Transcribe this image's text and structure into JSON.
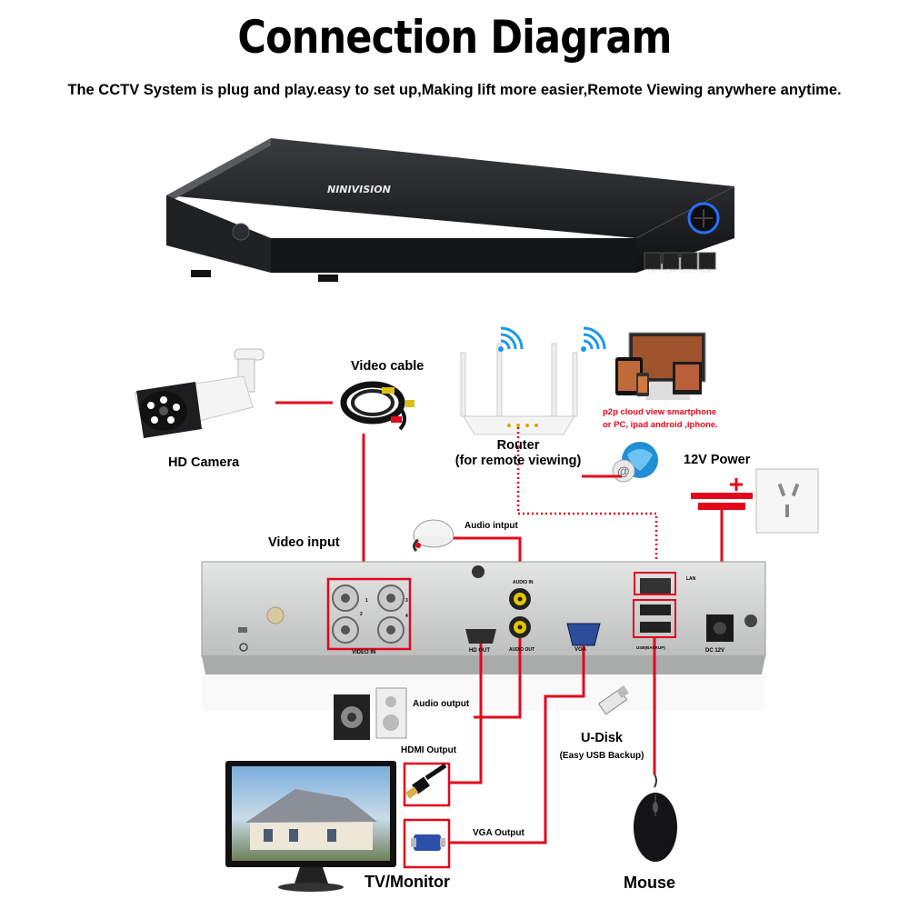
{
  "header": {
    "title": "Connection Diagram",
    "subtitle": "The CCTV System is plug and play.easy to set up,Making lift more easier,Remote Viewing anywhere anytime."
  },
  "dvr": {
    "brand": "NINIVISION",
    "buttons": [
      "CH-",
      "CH+",
      "ESC",
      "MENU"
    ]
  },
  "rear_panel": {
    "video_in_label": "VIDEO IN",
    "audio_in_label": "AUDIO IN",
    "audio_out_label": "AUDIO OUT",
    "hdmi_label": "HD OUT",
    "vga_label": "VGA",
    "lan_label": "LAN",
    "usb_label": "USB(BACKUP)",
    "dc_label": "DC 12V",
    "channel_numbers": [
      "1",
      "3",
      "2",
      "4"
    ]
  },
  "components": {
    "camera": "HD Camera",
    "video_cable": "Video cable",
    "router_line1": "Router",
    "router_line2": "(for remote viewing)",
    "p2p_line1": "p2p cloud  view smartphone",
    "p2p_line2": "or PC, ipad android ,iphone.",
    "power": "12V Power",
    "video_input": "Video input",
    "audio_input": "Audio intput",
    "audio_output": "Audio output",
    "hdmi_output": "HDMI Output",
    "vga_output": "VGA Output",
    "udisk": "U-Disk",
    "udisk_sub": "(Easy USB Backup)",
    "tv": "TV/Monitor",
    "mouse": "Mouse"
  },
  "colors": {
    "accent_red": "#e3071c",
    "panel_gray": "#cfd0d0",
    "dvr_black": "#1b1c1e"
  }
}
